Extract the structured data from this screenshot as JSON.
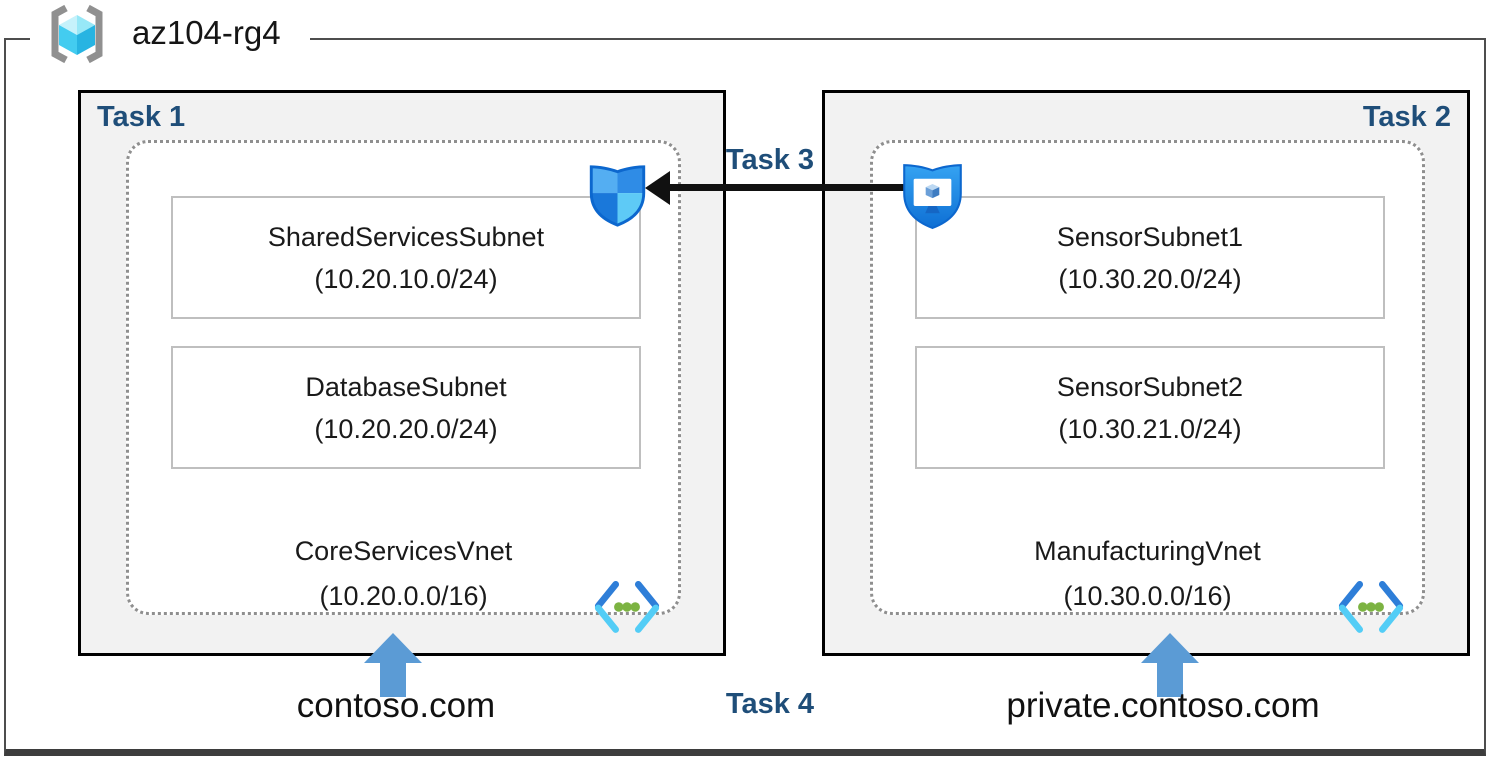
{
  "resource_group": {
    "name": "az104-rg4"
  },
  "task_labels": {
    "task1": "Task 1",
    "task2": "Task 2",
    "task3": "Task 3",
    "task4": "Task 4"
  },
  "vnets": [
    {
      "name": "CoreServicesVnet",
      "cidr": "(10.20.0.0/16)",
      "dns_zone": "contoso.com",
      "subnets": [
        {
          "name": "SharedServicesSubnet",
          "cidr": "(10.20.10.0/24)"
        },
        {
          "name": "DatabaseSubnet",
          "cidr": "(10.20.20.0/24)"
        }
      ]
    },
    {
      "name": "ManufacturingVnet",
      "cidr": "(10.30.0.0/16)",
      "dns_zone": "private.contoso.com",
      "subnets": [
        {
          "name": "SensorSubnet1",
          "cidr": "(10.30.20.0/24)"
        },
        {
          "name": "SensorSubnet2",
          "cidr": "(10.30.21.0/24)"
        }
      ]
    }
  ],
  "icons": {
    "resource_group": "bracketed-cube",
    "network_security_group": "shield-quadrants",
    "bastion_host": "shield-monitor",
    "virtual_network": "angle-brackets-with-dots",
    "dns_pointer": "up-arrow"
  },
  "colors": {
    "task_label": "#1f4e79",
    "box_fill": "#f2f2f2",
    "box_border": "#000000",
    "dotted_border": "#8f8f8f",
    "subnet_border": "#bfbfbf",
    "arrow_black": "#111111",
    "dns_arrow_blue": "#5b9bd5",
    "azure_blue": "#1173d8",
    "azure_cyan": "#53cdf6",
    "vnet_dot_green": "#7cb342"
  }
}
